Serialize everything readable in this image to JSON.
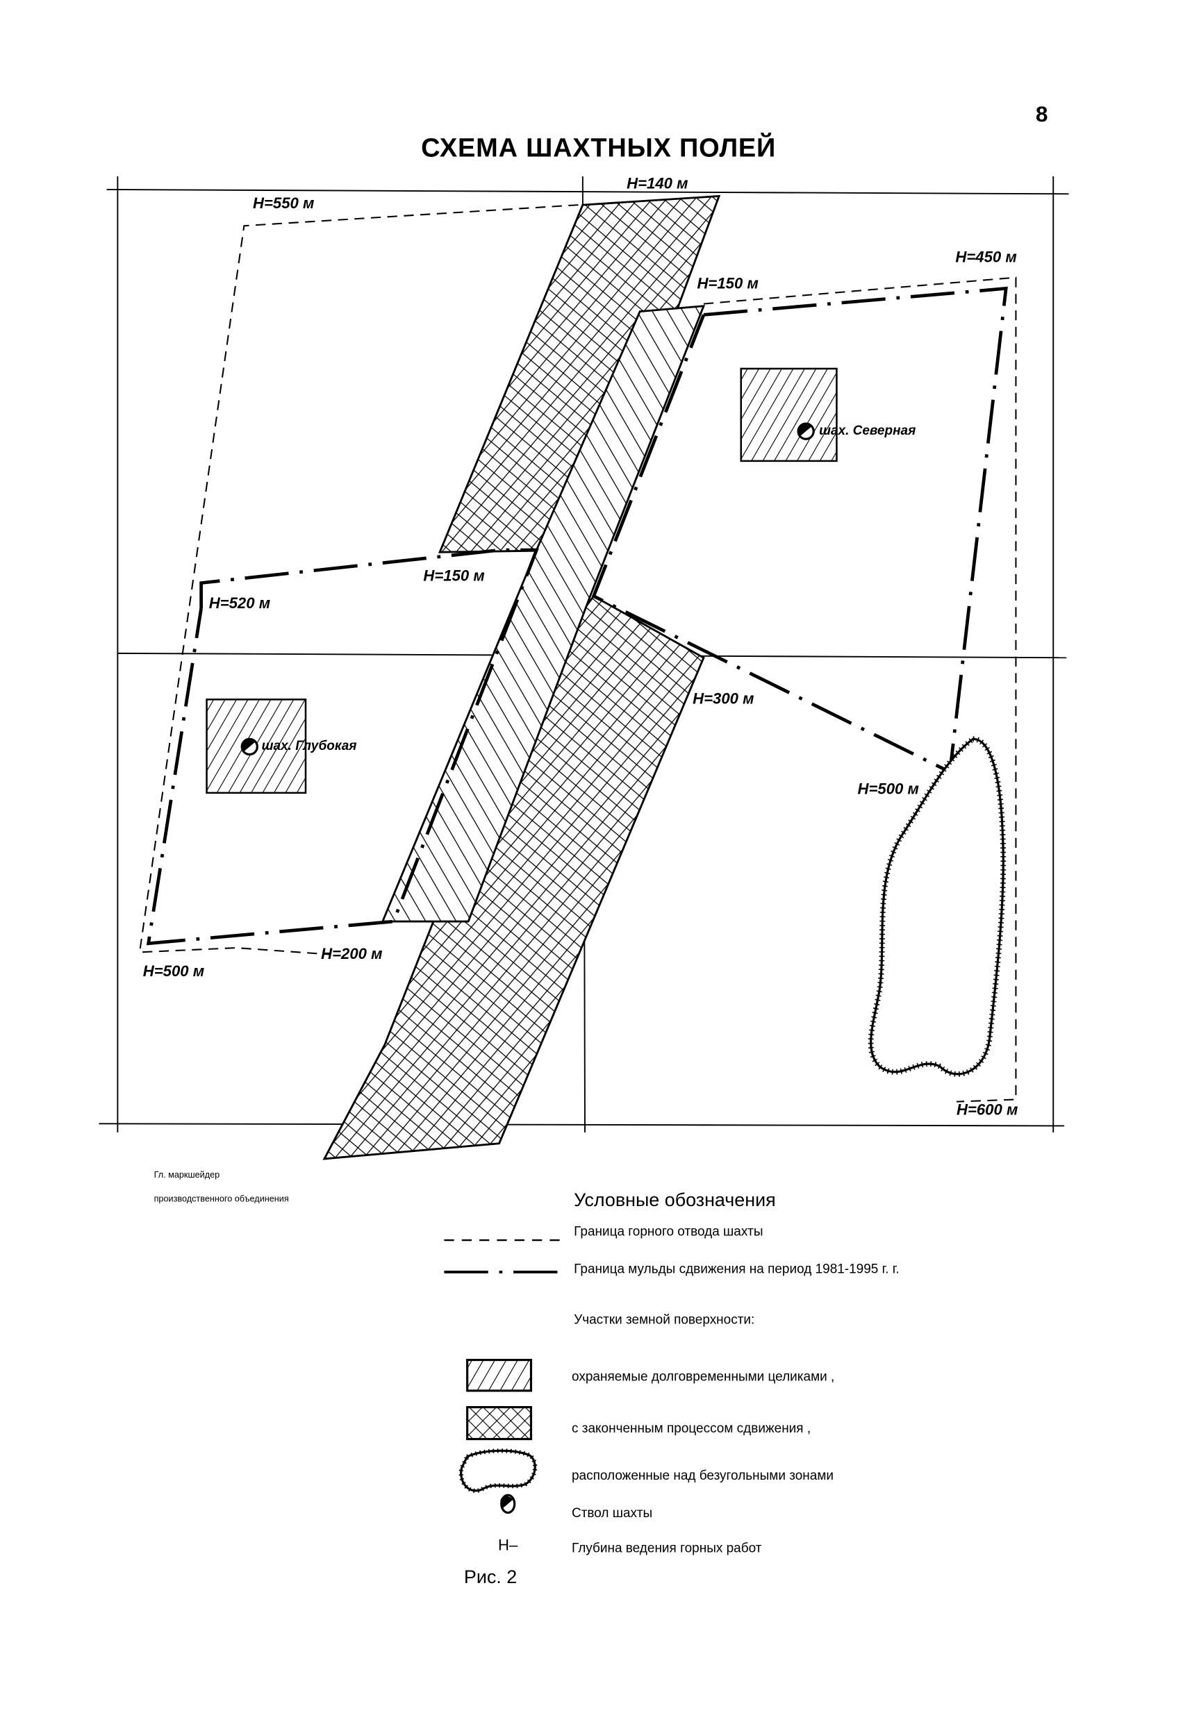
{
  "page": {
    "number": "8",
    "title": "СХЕМА ШАХТНЫХ ПОЛЕЙ",
    "figure_caption": "Рис. 2"
  },
  "map": {
    "depth_labels": [
      {
        "id": "h140",
        "text": "H=140 м"
      },
      {
        "id": "h550",
        "text": "H=550 м"
      },
      {
        "id": "h150_top",
        "text": "H=150 м"
      },
      {
        "id": "h450",
        "text": "H=450 м"
      },
      {
        "id": "h150_mid",
        "text": "H=150 м"
      },
      {
        "id": "h520",
        "text": "H=520 м"
      },
      {
        "id": "h300",
        "text": "H=300 м"
      },
      {
        "id": "h500_right",
        "text": "H=500 м"
      },
      {
        "id": "h500_left",
        "text": "H=500 м"
      },
      {
        "id": "h200",
        "text": "H=200 м"
      },
      {
        "id": "h600",
        "text": "H=600 м"
      }
    ],
    "mines": [
      {
        "id": "severnaya",
        "label": "шах. Северная"
      },
      {
        "id": "glubokaya",
        "label": "шах. Глубокая"
      }
    ]
  },
  "signature": {
    "line1": "Гл. маркшейдер",
    "line2": "производственного объединения"
  },
  "legend": {
    "heading": "Условные обозначения",
    "items": [
      {
        "symbol": "dashed-line",
        "label": "Граница горного отвода шахты"
      },
      {
        "symbol": "dash-dot-line",
        "label": "Граница мульды сдвижения на период 1981-1995 г. г."
      }
    ],
    "surface_heading": "Участки земной поверхности:",
    "surface_items": [
      {
        "symbol": "diagonal-hatch",
        "label": "охраняемые долговременными целиками ,"
      },
      {
        "symbol": "cross-hatch",
        "label": "с законченным процессом сдвижения ,"
      },
      {
        "symbol": "hachured-outline",
        "label": "расположенные над безугольными зонами"
      },
      {
        "symbol": "mine-shaft",
        "label": "Ствол шахты"
      },
      {
        "symbol": "depth-marker",
        "label": "Глубина ведения горных работ"
      }
    ],
    "depth_symbol": "Н–"
  }
}
